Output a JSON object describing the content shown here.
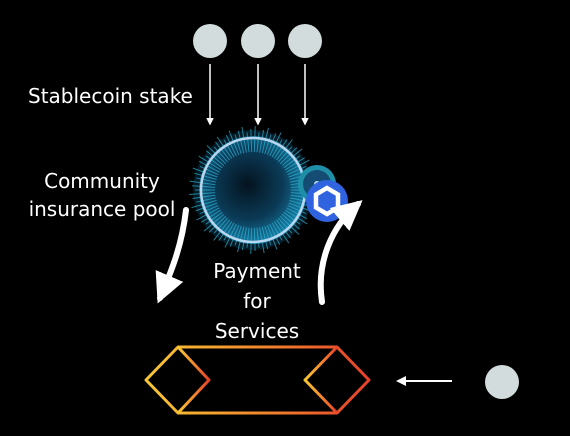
{
  "labels": {
    "stake": "Stablecoin stake",
    "pool_line1": "Community",
    "pool_line2": "insurance pool",
    "payment_line1": "Payment",
    "payment_line2": "for",
    "payment_line3": "Services"
  },
  "colors": {
    "node": "#d3dcdc",
    "arrow": "#ffffff",
    "pool_ring": "#b9d6ee",
    "pool_core": "#0a2a40",
    "prism_left": "#f7c734",
    "prism_right": "#e8402a",
    "badge_blue": "#2f63e0",
    "badge_teal": "#1f8fa8"
  },
  "icons": {
    "pool": "spiky-sphere-icon",
    "badge_front": "chainlink-hexagon-icon",
    "badge_back": "token-badge-icon",
    "prism": "hexagonal-prism-icon"
  }
}
